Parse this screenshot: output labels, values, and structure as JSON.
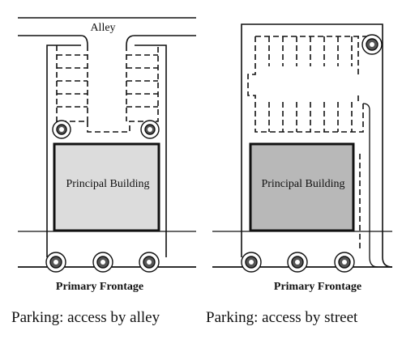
{
  "panels": [
    {
      "id": "alley",
      "alley_label": "Alley",
      "building_label": "Principal Building",
      "frontage_label": "Primary Frontage",
      "caption": "Parking: access by alley",
      "building_fill": "#dcdcdc"
    },
    {
      "id": "street",
      "building_label": "Principal Building",
      "frontage_label": "Primary Frontage",
      "caption": "Parking: access by street",
      "building_fill": "#b8b8b8"
    }
  ],
  "colors": {
    "line": "#111111",
    "background": "#ffffff"
  }
}
